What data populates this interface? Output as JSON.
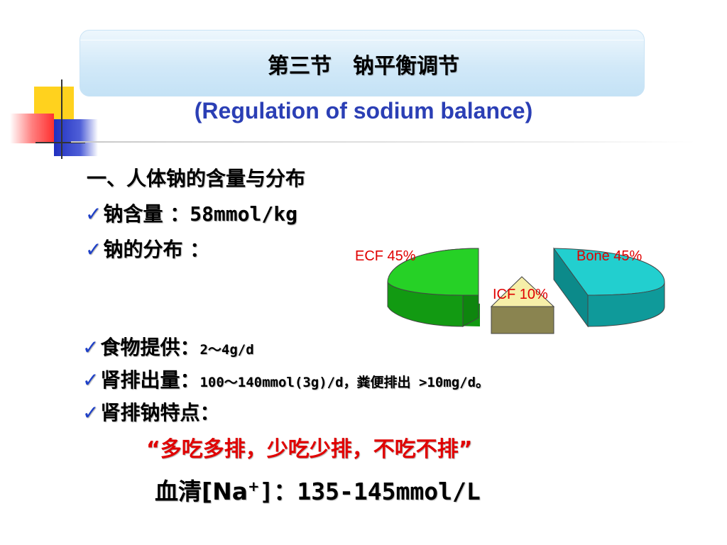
{
  "title": {
    "main": "第三节　钠平衡调节",
    "subtitle": "(Regulation of sodium balance)"
  },
  "section": {
    "heading": "一、人体钠的含量与分布",
    "content_label": "钠含量 ：",
    "content_value": "58mmol/kg",
    "distribution_label": "钠的分布 ："
  },
  "pie_chart": {
    "labels": {
      "ecf": "ECF 45%",
      "icf": "ICF 10%",
      "bone": "Bone 45%"
    },
    "colors": {
      "ecf": "#22cc22",
      "icf": "#f5eea0",
      "bone": "#22cccc"
    }
  },
  "chart_data": {
    "type": "pie",
    "categories": [
      "ECF",
      "ICF",
      "Bone"
    ],
    "values": [
      45,
      10,
      45
    ],
    "unit": "%"
  },
  "facts": {
    "intake_label": "食物提供：",
    "intake_value": "2～4g/d",
    "excretion_label": "肾排出量：",
    "excretion_value": "100～140mmol(3g)/d，粪便排出 >10mg/d。",
    "feature_label": "肾排钠特点：",
    "slogan": "“多吃多排，少吃少排，不吃不排”"
  },
  "serum": {
    "prefix": "血清[Na",
    "superscript": "+",
    "suffix": "]：135-145mmol/L"
  },
  "check_symbol": "✓"
}
